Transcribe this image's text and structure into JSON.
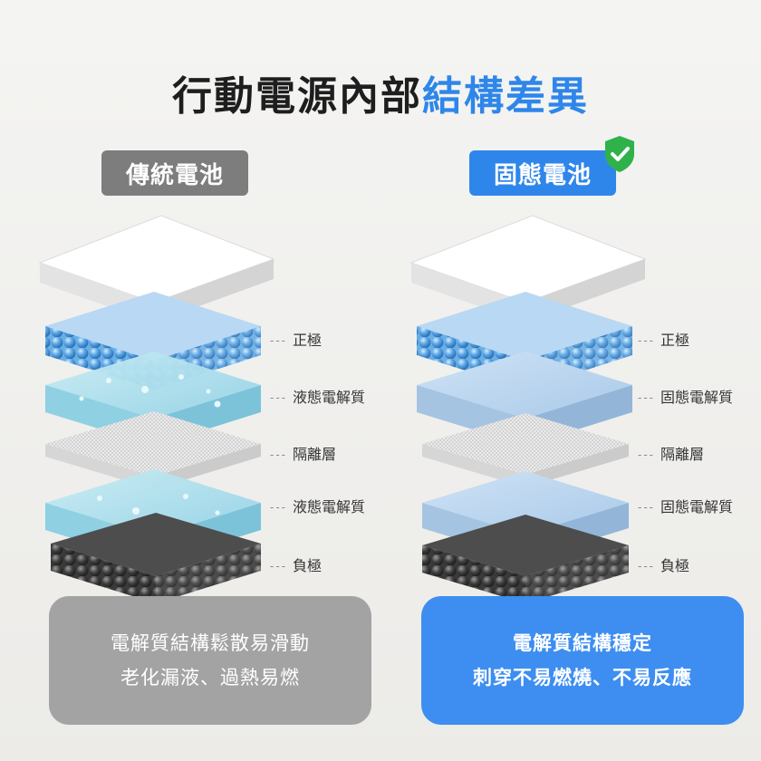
{
  "title": {
    "main": "行動電源內部",
    "accent": "結構差異"
  },
  "columns": {
    "left": {
      "badge": "傳統電池",
      "layers": [
        "正極",
        "液態電解質",
        "隔離層",
        "液態電解質",
        "負極"
      ],
      "description": [
        "電解質結構鬆散易滑動",
        "老化漏液、過熱易燃"
      ]
    },
    "right": {
      "badge": "固態電池",
      "layers": [
        "正極",
        "固態電解質",
        "隔離層",
        "固態電解質",
        "負極"
      ],
      "description": [
        "電解質結構穩定",
        "刺穿不易燃燒、不易反應"
      ]
    }
  },
  "label_dash": "---",
  "colors": {
    "accent": "#2f86ea",
    "legacy_badge": "#7d7d7d",
    "check_shield": "#2fb24a",
    "cathode_blue": "#a8cdee",
    "anode_gray": "#4d4d4d"
  },
  "icons": {
    "badge_check": "shield-check-icon"
  }
}
